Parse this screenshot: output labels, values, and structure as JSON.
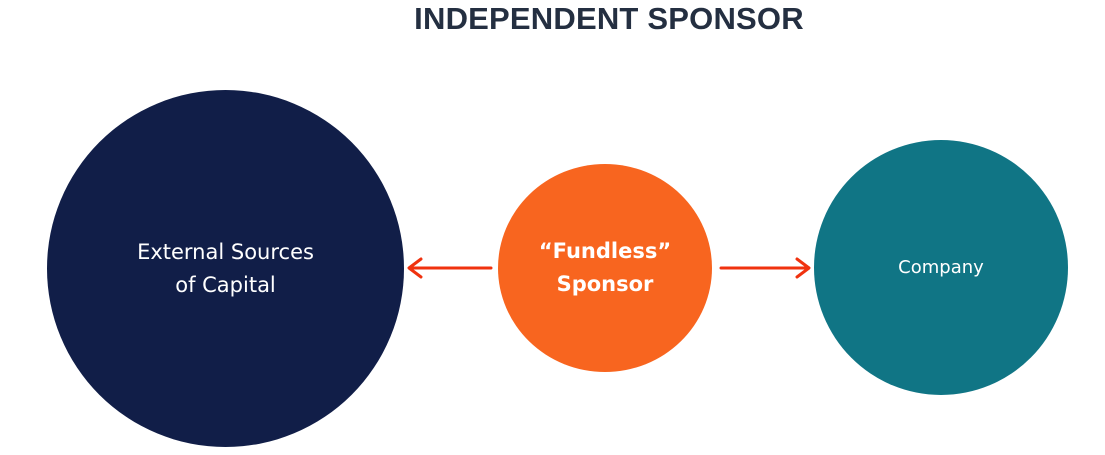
{
  "title": "INDEPENDENT SPONSOR",
  "nodes": {
    "left": {
      "line1": "External Sources",
      "line2": "of Capital",
      "color": "#111e48"
    },
    "center": {
      "line1": "“Fundless”",
      "line2": "Sponsor",
      "color": "#f8651f"
    },
    "right": {
      "label": "Company",
      "color": "#107585"
    }
  },
  "arrows": [
    {
      "from": "center",
      "to": "left",
      "color": "#f0320f"
    },
    {
      "from": "center",
      "to": "right",
      "color": "#f0320f"
    }
  ]
}
